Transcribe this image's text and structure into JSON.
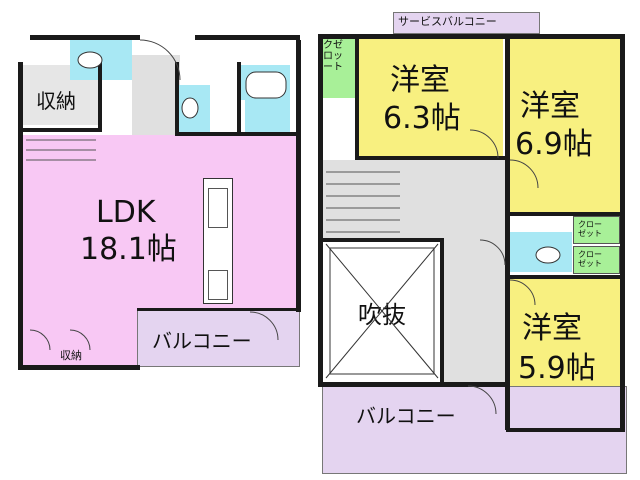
{
  "floor1": {
    "ldk_name": "LDK",
    "ldk_size": "18.1帖",
    "storage_top": "収納",
    "storage_bottom": "収納",
    "balcony": "バルコニー"
  },
  "floor2": {
    "room1_name": "洋室",
    "room1_size": "6.3帖",
    "room2_name": "洋室",
    "room2_size": "6.9帖",
    "room3_name": "洋室",
    "room3_size": "5.9帖",
    "closet_vertical": "クゼ\nロッ\nート",
    "closet_a": "クロー\nゼット",
    "closet_b": "クロー\nゼット",
    "atrium": "吹抜",
    "balcony": "バルコニー",
    "service_balcony": "サービスバルコニー"
  },
  "colors": {
    "ldk": "#f8c8f4",
    "western_room": "#f8f080",
    "wet_area": "#a8e8f4",
    "balcony": "#e4d4f0",
    "corridor": "#e0e0e0",
    "closet": "#a8f098",
    "storage": "#d8d8d8",
    "wall": "#1a1a1a"
  }
}
